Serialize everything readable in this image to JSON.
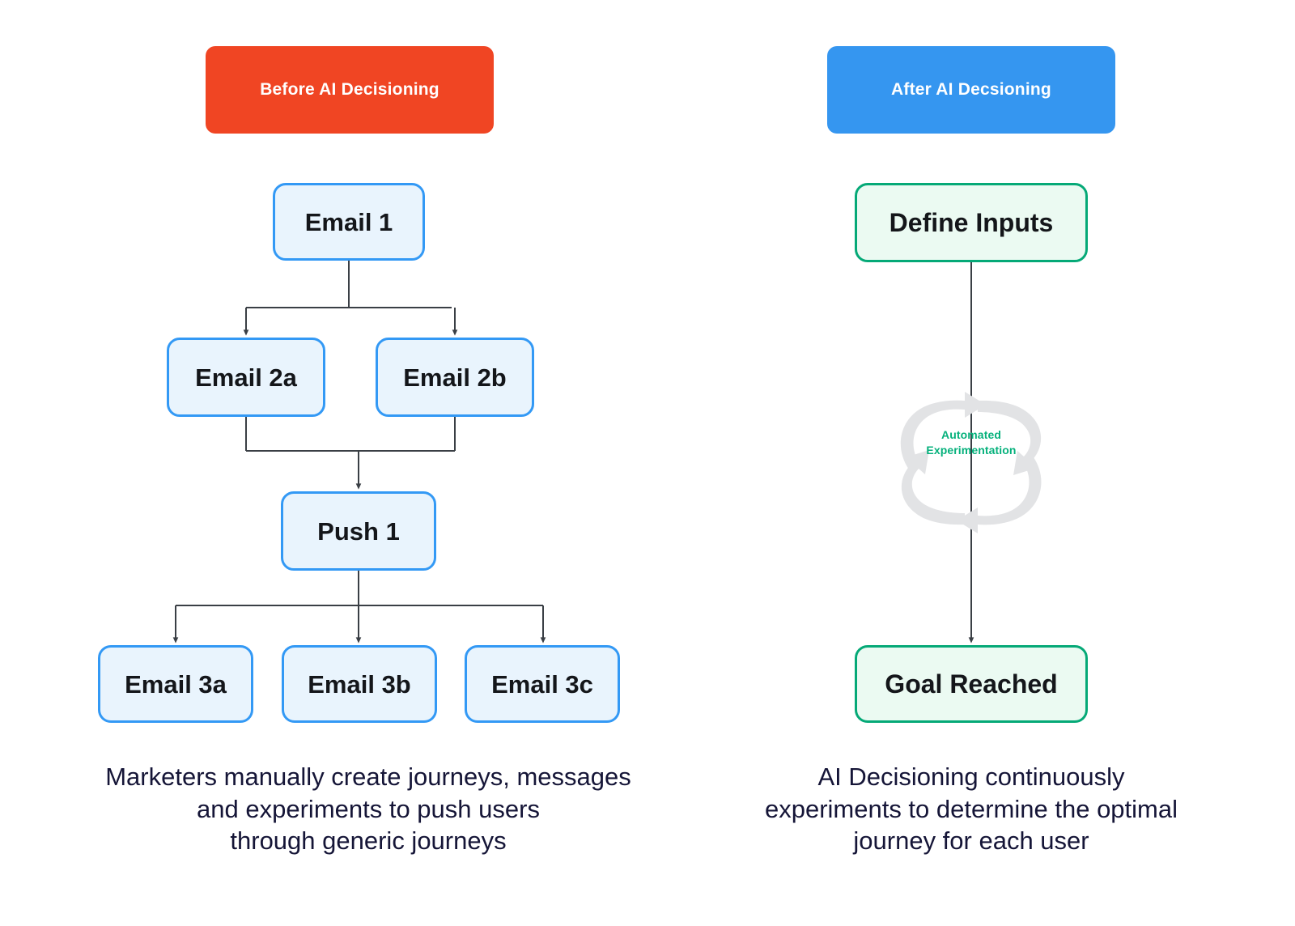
{
  "headers": {
    "before": {
      "label": "Before AI Decisioning",
      "color": "#f04523"
    },
    "after": {
      "label": "After AI Decsioning",
      "color": "#3596f0"
    }
  },
  "colors": {
    "blue_border": "#3399f5",
    "blue_fill": "#e9f4fd",
    "green_border": "#05a977",
    "green_fill": "#ebfaf2",
    "connector": "#3a3f45",
    "cycle_arrow": "#e2e3e5",
    "green_text": "#06b17c",
    "caption_text": "#151537"
  },
  "left_flow": {
    "nodes": [
      {
        "id": "email1",
        "label": "Email 1"
      },
      {
        "id": "email2a",
        "label": "Email 2a"
      },
      {
        "id": "email2b",
        "label": "Email 2b"
      },
      {
        "id": "push1",
        "label": "Push 1"
      },
      {
        "id": "email3a",
        "label": "Email 3a"
      },
      {
        "id": "email3b",
        "label": "Email 3b"
      },
      {
        "id": "email3c",
        "label": "Email 3c"
      }
    ],
    "caption_lines": [
      "Marketers manually create journeys, messages",
      "and experiments to push users",
      "through generic journeys"
    ]
  },
  "right_flow": {
    "nodes": [
      {
        "id": "define",
        "label": "Define Inputs"
      },
      {
        "id": "goal",
        "label": "Goal Reached"
      }
    ],
    "cycle": {
      "line1": "Automated",
      "line2": "Experimentation"
    },
    "caption_lines": [
      "AI Decisioning continuously",
      "experiments to determine the optimal",
      "journey for each user"
    ]
  }
}
